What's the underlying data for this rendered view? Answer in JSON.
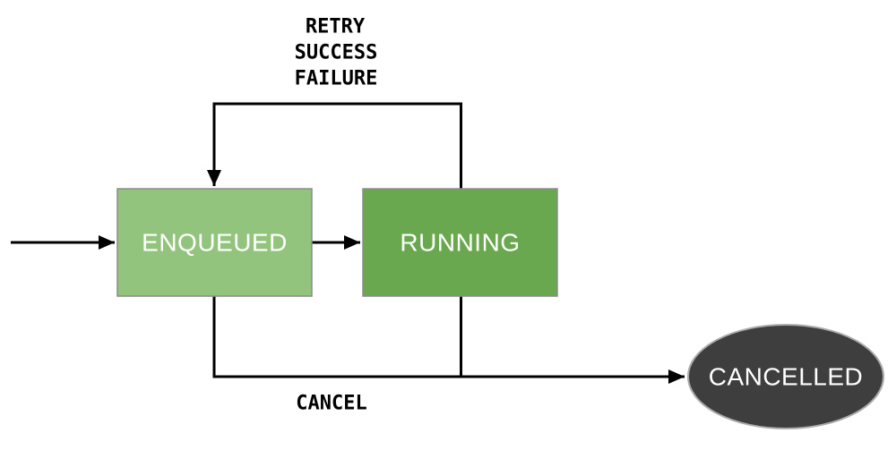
{
  "diagram": {
    "type": "state-machine",
    "states": [
      {
        "id": "enqueued",
        "label": "ENQUEUED",
        "shape": "rect",
        "fill": "#93c47d",
        "text_color": "#ffffff"
      },
      {
        "id": "running",
        "label": "RUNNING",
        "shape": "rect",
        "fill": "#6aa84f",
        "text_color": "#ffffff"
      },
      {
        "id": "cancelled",
        "label": "CANCELLED",
        "shape": "ellipse",
        "fill": "#3e3e3e",
        "text_color": "#ffffff"
      }
    ],
    "transitions": [
      {
        "from": "start",
        "to": "enqueued",
        "labels": []
      },
      {
        "from": "enqueued",
        "to": "running",
        "labels": []
      },
      {
        "from": "running",
        "to": "enqueued",
        "labels": [
          "RETRY",
          "SUCCESS",
          "FAILURE"
        ]
      },
      {
        "from": "enqueued",
        "to": "cancelled",
        "labels": [
          "CANCEL"
        ]
      },
      {
        "from": "running",
        "to": "cancelled",
        "labels": []
      }
    ],
    "colors": {
      "background": "#ffffff",
      "edge": "#000000",
      "state_light_green": "#93c47d",
      "state_green": "#6aa84f",
      "state_dark_gray": "#3e3e3e",
      "rect_border": "#8c8c8c",
      "ellipse_border": "#ababab",
      "label_text": "#000000",
      "state_text": "#ffffff"
    }
  }
}
